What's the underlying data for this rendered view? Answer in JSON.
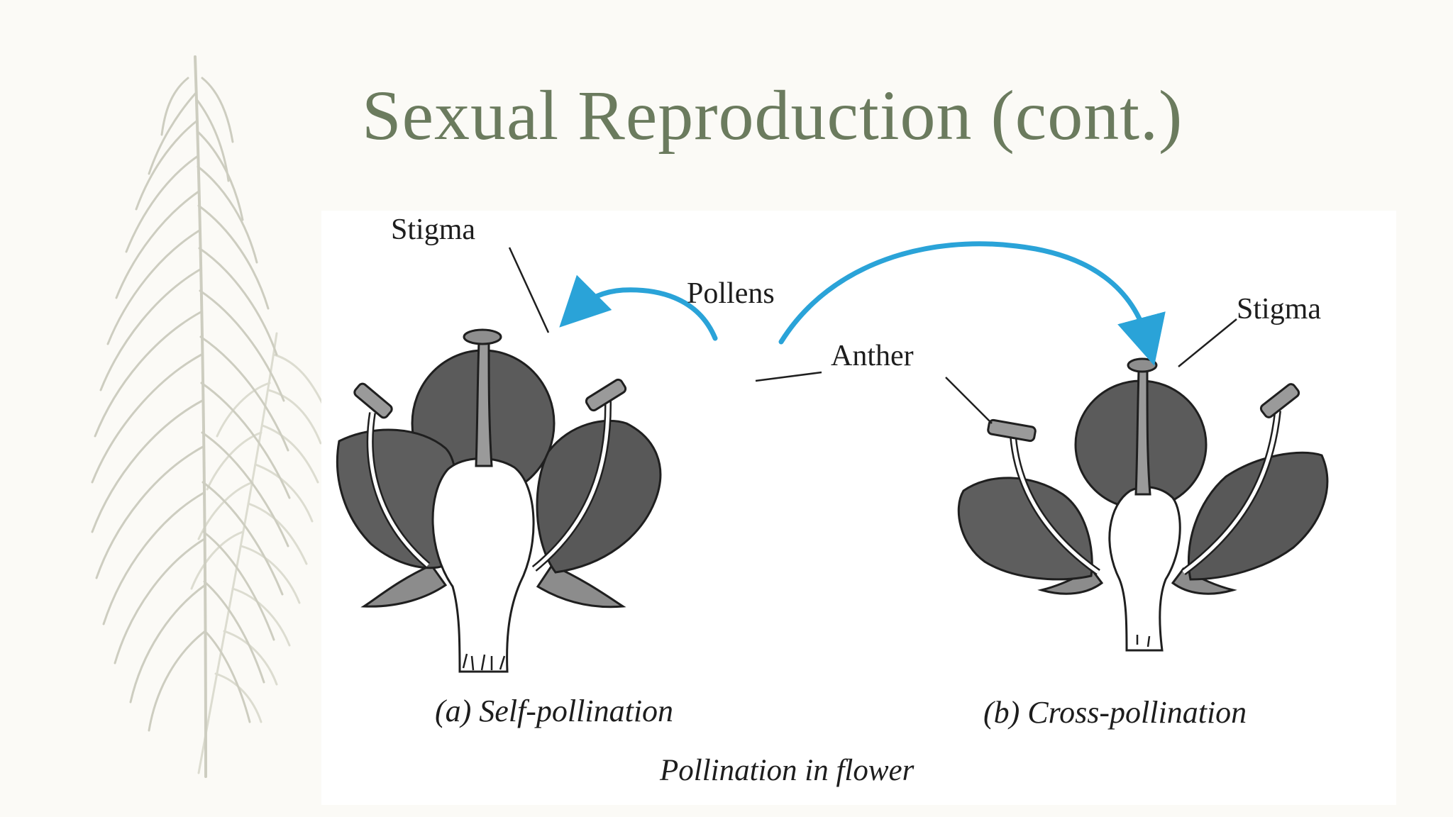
{
  "slide": {
    "title": "Sexual Reproduction (cont.)",
    "decoration_icon": "feather-icon",
    "colors": {
      "background": "#fbfaf6",
      "title": "#6b7b5e",
      "arrow": "#2aa3d8",
      "feather": "#cdcdc0"
    }
  },
  "figure": {
    "labels": {
      "stigma_left": "Stigma",
      "pollens": "Pollens",
      "anther": "Anther",
      "stigma_right": "Stigma"
    },
    "subcaptions": {
      "self": "(a) Self-pollination",
      "cross": "(b)  Cross-pollination"
    },
    "caption": "Pollination in flower"
  }
}
